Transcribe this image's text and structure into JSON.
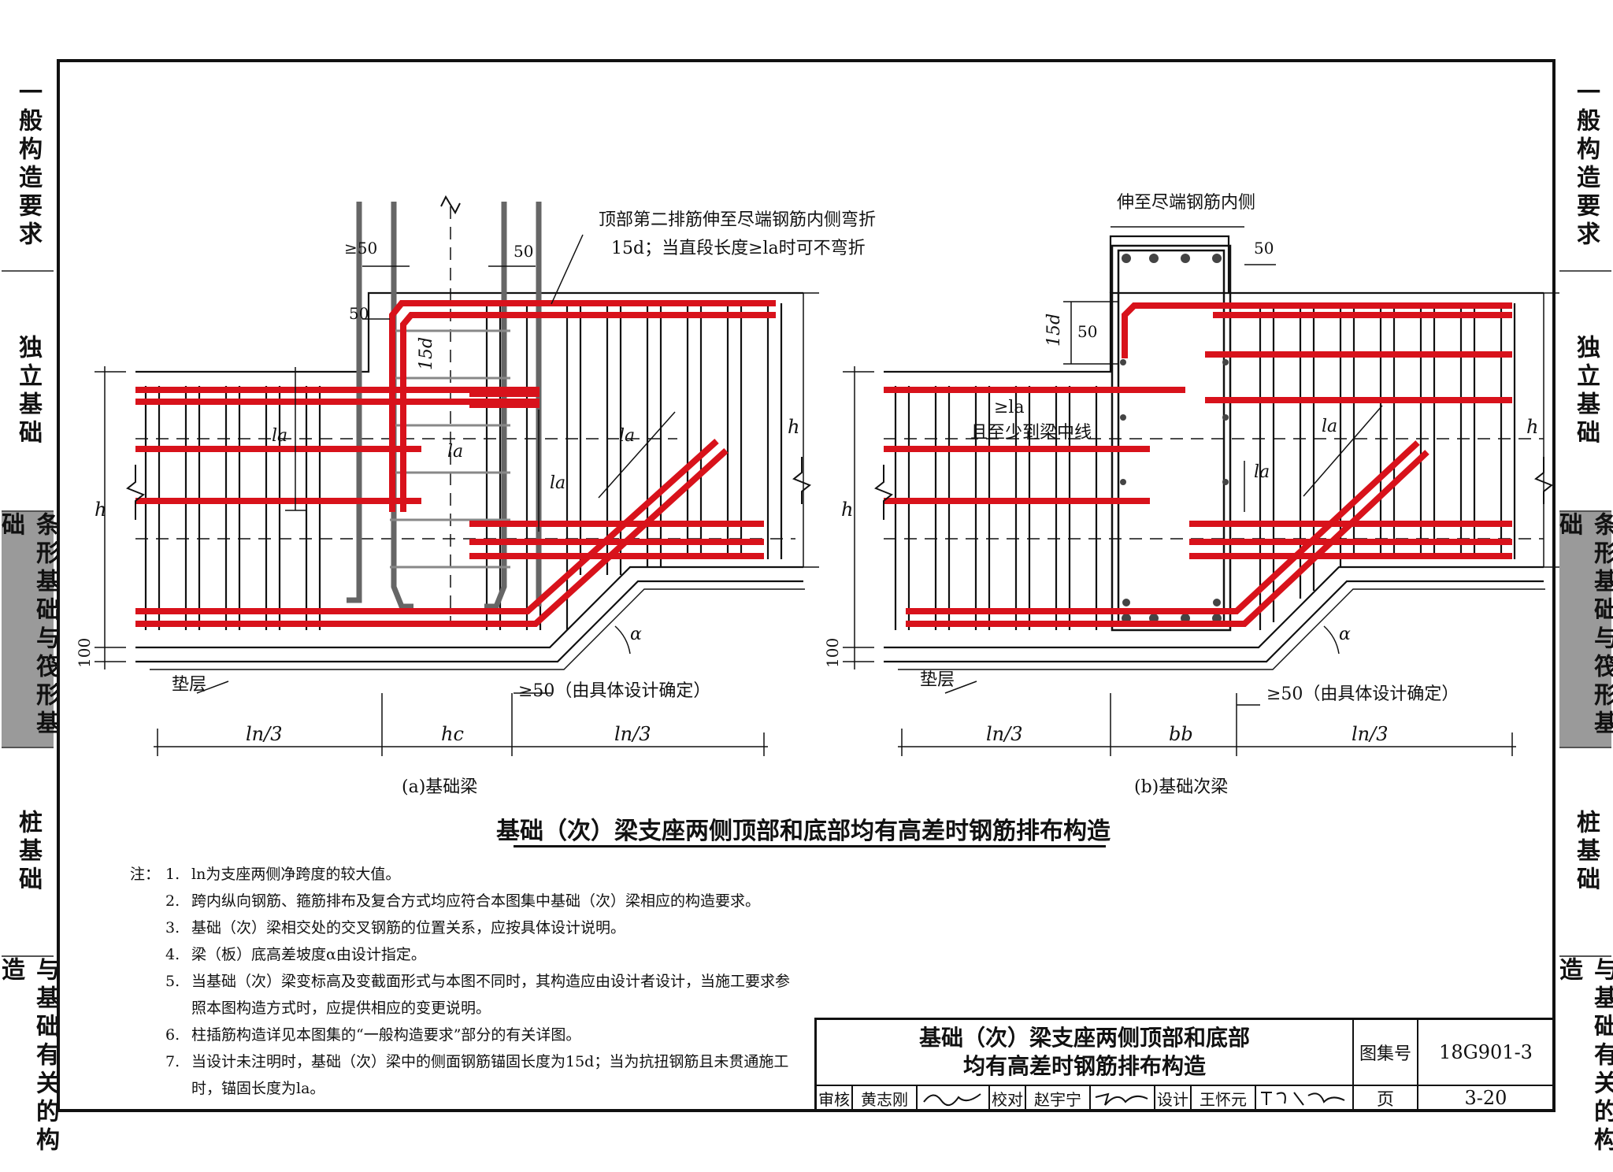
{
  "sidebar": {
    "tabs": [
      {
        "label": "一般构造要求",
        "active": false
      },
      {
        "label": "独立基础",
        "active": false
      },
      {
        "label": "条形基础与筏形基础",
        "active": true
      },
      {
        "label": "桩基础",
        "active": false
      },
      {
        "label": "与基础有关的构造",
        "active": false
      }
    ]
  },
  "diagram_a": {
    "caption": "(a)基础梁",
    "callout_line1": "顶部第二排筋伸至尽端钢筋内侧弯折",
    "callout_line2": "15d；当直段长度≥la时可不弯折",
    "dim_ge50": "≥50",
    "dim_50_top": "50",
    "dim_50_left": "50",
    "dim_15d": "15d",
    "la_left": "la",
    "la_mid": "la",
    "la_right": "la",
    "la_diag": "la",
    "h_left": "h",
    "h_right": "h",
    "dim_100": "100",
    "cushion": "垫层",
    "alpha": "α",
    "ge50_note": "≥50（由具体设计确定）",
    "ln3_left": "ln/3",
    "hc": "hc",
    "ln3_right": "ln/3"
  },
  "diagram_b": {
    "caption": "(b)基础次梁",
    "top_note": "伸至尽端钢筋内侧",
    "dim_50_top": "50",
    "dim_15d": "15d",
    "dim_50": "50",
    "ge_la": "≥la",
    "to_center": "且至少到梁中线",
    "la_mid": "la",
    "la_diag": "la",
    "h_left": "h",
    "h_right": "h",
    "dim_100": "100",
    "cushion": "垫层",
    "alpha": "α",
    "ge50_note": "≥50（由具体设计确定）",
    "ln3_left": "ln/3",
    "bb": "bb",
    "ln3_right": "ln/3"
  },
  "main_title": "基础（次）梁支座两侧顶部和底部均有高差时钢筋排布构造",
  "notes": {
    "head": "注：",
    "items": [
      {
        "num": "1.",
        "text": "ln为支座两侧净跨度的较大值。"
      },
      {
        "num": "2.",
        "text": "跨内纵向钢筋、箍筋排布及复合方式均应符合本图集中基础（次）梁相应的构造要求。"
      },
      {
        "num": "3.",
        "text": "基础（次）梁相交处的交叉钢筋的位置关系，应按具体设计说明。"
      },
      {
        "num": "4.",
        "text": "梁（板）底高差坡度α由设计指定。"
      },
      {
        "num": "5.",
        "text": "当基础（次）梁变标高及变截面形式与本图不同时，其构造应由设计者设计，当施工要求参照本图构造方式时，应提供相应的变更说明。"
      },
      {
        "num": "6.",
        "text": "柱插筋构造详见本图集的“一般构造要求”部分的有关详图。"
      },
      {
        "num": "7.",
        "text": "当设计未注明时，基础（次）梁中的侧面钢筋锚固长度为15d；当为抗扭钢筋且未贯通施工时，锚固长度为la。"
      }
    ]
  },
  "title_block": {
    "title_line1": "基础（次）梁支座两侧顶部和底部",
    "title_line2": "均有高差时钢筋排布构造",
    "atlas_label": "图集号",
    "atlas_no": "18G901-3",
    "review_label": "审核",
    "review_name": "黄志刚",
    "check_label": "校对",
    "check_name": "赵宇宁",
    "design_label": "设计",
    "design_name": "王怀元",
    "page_label": "页",
    "page_no": "3-20"
  },
  "colors": {
    "rebar": "#d8121b",
    "frame": "#111111",
    "active_tab": "#9a9a9a",
    "column": "#666666"
  }
}
